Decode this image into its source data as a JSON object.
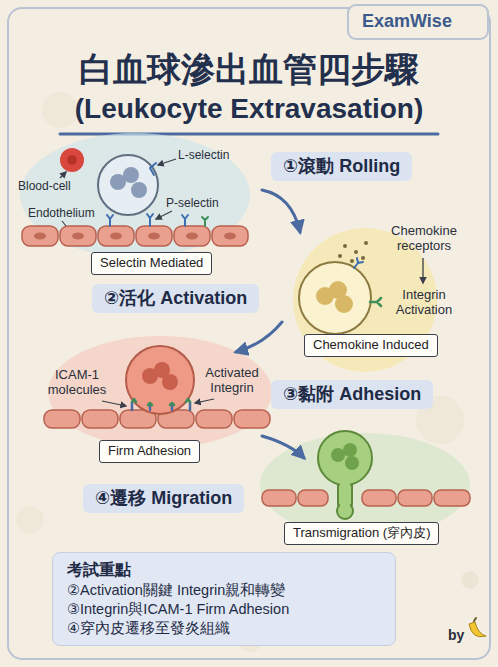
{
  "diagram": {
    "title": "白血球滲出血管四步驟 (Leukocyte Extravasation)",
    "nodes": [
      {
        "text": [
          "①滾動 Rolling"
        ]
      },
      {
        "text": [
          "Selectin Mediated"
        ]
      },
      {
        "text": [
          "②活化 Activation"
        ]
      },
      {
        "text": [
          "Chemokine Induced"
        ]
      },
      {
        "text": [
          "③黏附 Adhesion"
        ]
      },
      {
        "text": [
          "Firm Adhesion"
        ]
      },
      {
        "text": [
          "④遷移 Migration"
        ]
      },
      {
        "text": [
          "Transmigration (穿內皮)"
        ]
      },
      {
        "text": [
          "考試重點",
          "②Activation關鍵 Integrin親和轉變",
          "③Integrin與ICAM-1 Firm Adhesion",
          "④穿內皮遷移至發炎組織"
        ]
      }
    ],
    "labels": [
      "ExamWise",
      "L-selectin",
      "Blood-cell",
      "P-selectin",
      "Endothelium",
      "Chemokine receptors",
      "Integrin Activation",
      "ICAM-1 molecules",
      "Activated Integrin",
      "by"
    ]
  }
}
